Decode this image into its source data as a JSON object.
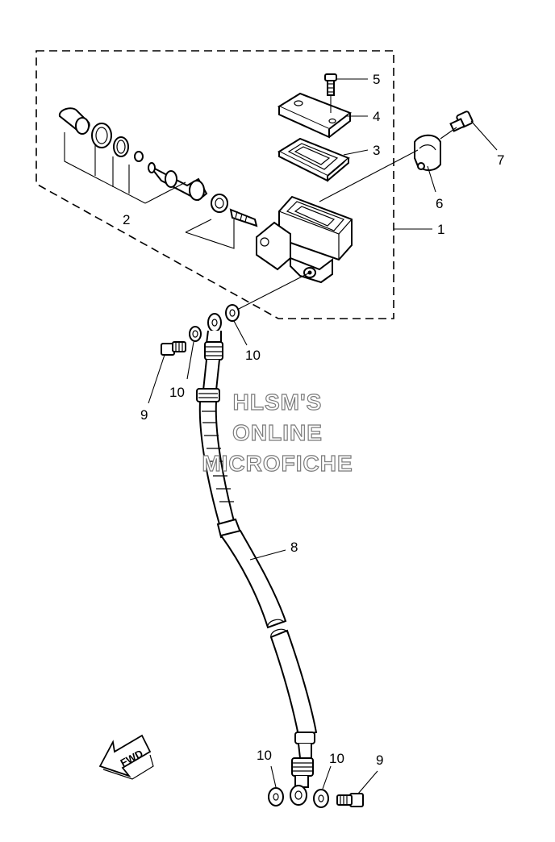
{
  "callouts": {
    "c1": "1",
    "c2": "2",
    "c3": "3",
    "c4": "4",
    "c5": "5",
    "c6": "6",
    "c7": "7",
    "c8": "8",
    "c9a": "9",
    "c9b": "9",
    "c10a": "10",
    "c10b": "10",
    "c10c": "10",
    "c10d": "10"
  },
  "watermark": {
    "line1": "HLSM'S",
    "line2": "ONLINE",
    "line3": "MICROFICHE"
  },
  "direction_arrow": {
    "label": "FWD",
    "icon": "fwd-arrow-icon"
  }
}
